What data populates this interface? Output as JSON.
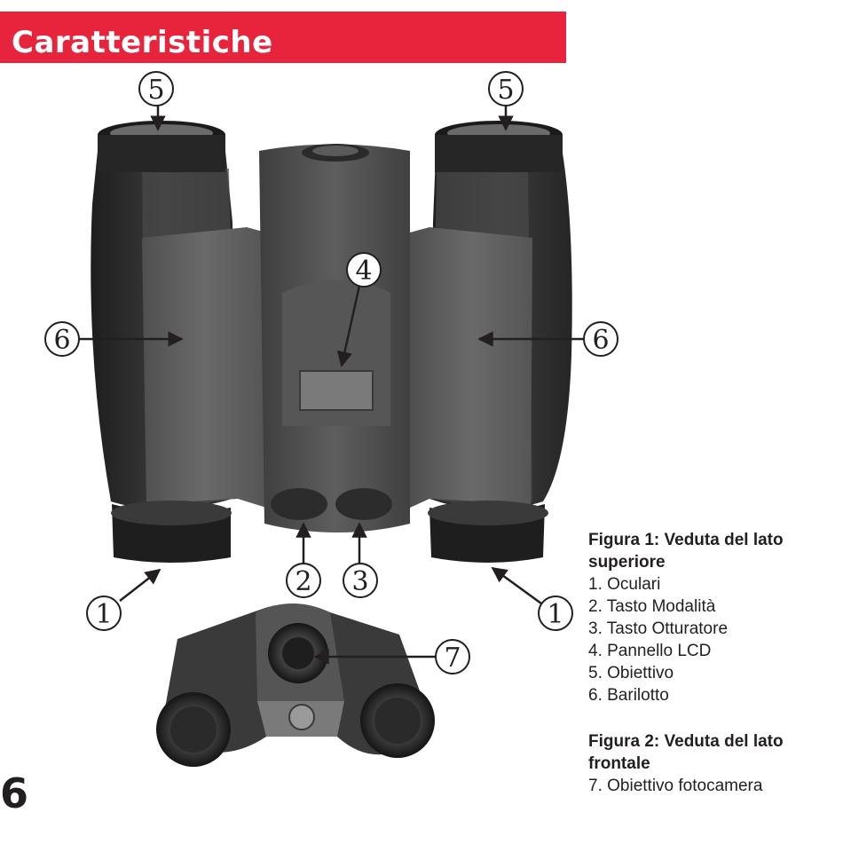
{
  "header": {
    "title": "Caratteristiche"
  },
  "figure1": {
    "caption_title": "Figura 1: Veduta del lato superiore",
    "items": [
      "1. Oculari",
      "2. Tasto Modalità",
      "3. Tasto Otturatore",
      "4. Pannello LCD",
      "5. Obiettivo",
      "6. Barilotto"
    ]
  },
  "figure2": {
    "caption_title": "Figura 2: Veduta del lato frontale",
    "items": [
      "7. Obiettivo fotocamera"
    ]
  },
  "callouts": {
    "n1": "1",
    "n2": "2",
    "n3": "3",
    "n4": "4",
    "n5": "5",
    "n6": "6",
    "n7": "7"
  },
  "page_number": "6",
  "colors": {
    "banner": "#e8243c",
    "text": "#231f20",
    "body_dark": "#2f2f2f",
    "body_mid": "#5a5a5a"
  }
}
